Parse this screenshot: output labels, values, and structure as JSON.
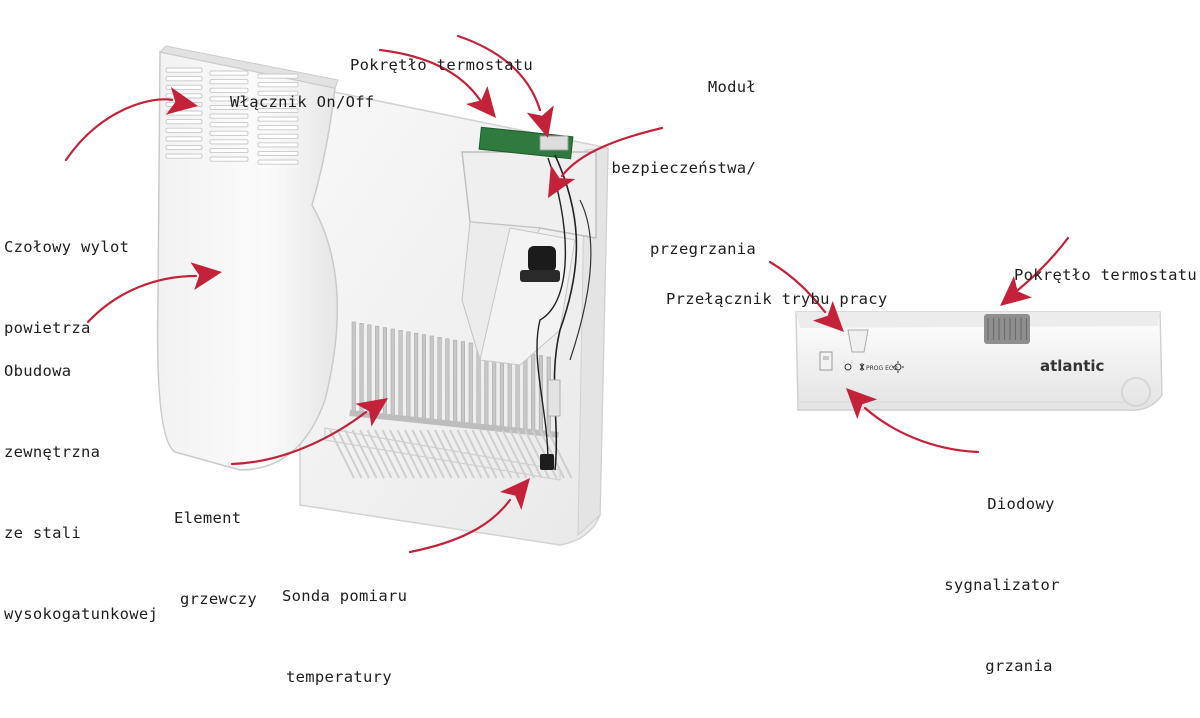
{
  "colors": {
    "arrow": "#c4223a",
    "panel": "#f4f4f4",
    "panel_edge": "#cfcfcf",
    "board": "#2f7a3e",
    "heater_fin": "#c8c8c8",
    "text": "#1e1e1e"
  },
  "labels": {
    "thermostat_knob_top": "Pokrętło termostatu",
    "on_off_switch": "Włącznik On/Off",
    "safety_module": [
      "Moduł",
      "bezpieczeństwa/",
      "przegrzania"
    ],
    "front_air_outlet": [
      "Czołowy wylot",
      "powietrza"
    ],
    "outer_casing": [
      "Obudowa",
      "zewnętrzna",
      "ze stali",
      "wysokogatunkowej"
    ],
    "heating_element": [
      "Element",
      "grzewczy"
    ],
    "temperature_probe": [
      "Sonda pomiaru",
      "temperatury"
    ],
    "mode_switch": "Przełącznik trybu pracy",
    "thermostat_knob_right": "Pokrętło termostatu",
    "heating_led": [
      "Diodowy",
      "sygnalizator",
      "grzania"
    ]
  },
  "control_panel": {
    "brand": "atlantic",
    "mode_text": "PROG ECO"
  }
}
